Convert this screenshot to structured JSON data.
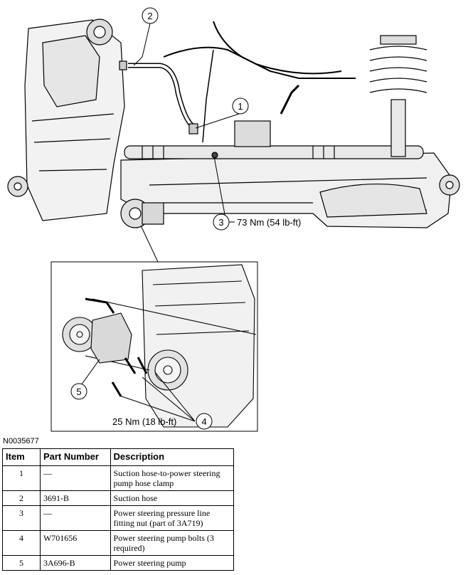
{
  "callouts": [
    {
      "num": "1",
      "text": ""
    },
    {
      "num": "2",
      "text": ""
    },
    {
      "num": "3",
      "text": "73 Nm (54 lb-ft)"
    },
    {
      "num": "4",
      "text": "25 Nm (18 lb-ft)"
    },
    {
      "num": "5",
      "text": ""
    }
  ],
  "figure_id": "N0035677",
  "table": {
    "headers": [
      "Item",
      "Part Number",
      "Description"
    ],
    "rows": [
      {
        "item": "1",
        "part": "—",
        "desc": "Suction hose-to-power steering pump hose clamp"
      },
      {
        "item": "2",
        "part": "3691-B",
        "desc": "Suction hose"
      },
      {
        "item": "3",
        "part": "—",
        "desc": "Power steering pressure line fitting nut (part of 3A719)"
      },
      {
        "item": "4",
        "part": "W701656",
        "desc": "Power steering pump bolts (3 required)"
      },
      {
        "item": "5",
        "part": "3A696-B",
        "desc": "Power steering pump"
      }
    ]
  }
}
